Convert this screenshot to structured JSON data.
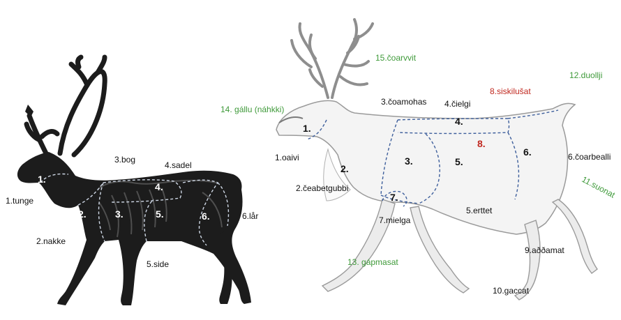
{
  "colors": {
    "green": "#3f9a3a",
    "red": "#c0281f",
    "silhouette": "#1c1c1c",
    "bone": "#4e4e4e"
  },
  "left_diagram": {
    "numbers": [
      "1.",
      "2.",
      "3.",
      "4.",
      "5.",
      "6."
    ],
    "labels": [
      "1.tunge",
      "2.nakke",
      "3.bog",
      "4.sadel",
      "5.side",
      "6.lår"
    ]
  },
  "right_diagram": {
    "numbers": [
      "1.",
      "2.",
      "3.",
      "4.",
      "5.",
      "6.",
      "7.",
      "8."
    ],
    "labels": {
      "oaivi": "1.oaivi",
      "ceabetgubbi": "2.čeabetgubbi",
      "coamohas": "3.čoamohas",
      "cielgi": "4.čielgi",
      "erttet": "5.erttet",
      "coarbealli": "6.čoarbealli",
      "mielga": "7.mielga",
      "siskilusat": "8.siskilušat",
      "addamat": "9.aððamat",
      "gaccat": "10.gaccat",
      "suonat": "11.suonat",
      "duollji": "12.duollji",
      "gapmasat": "13. gápmasat",
      "gallu": "14. gállu (náhkki)",
      "coarvvit": "15.čoarvvit"
    }
  }
}
